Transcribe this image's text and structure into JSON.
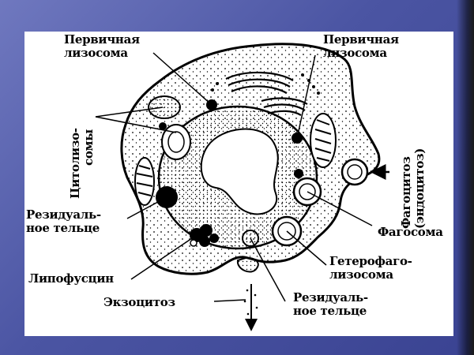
{
  "labels": {
    "primary_lysosome_left": [
      "Первичная",
      "лизосома"
    ],
    "primary_lysosome_right": [
      "Первичная",
      "лизосома"
    ],
    "cytolysosomes": [
      "Цитолизо-",
      "сомы"
    ],
    "residual_body_left": [
      "Резидуаль-",
      "ное тельце"
    ],
    "lipofuscin": "Липофусцин",
    "exocytosis": "Экзоцитоз",
    "phagocytosis": [
      "Фагоцитоз",
      "(эндоцитоз)"
    ],
    "phagosome": "Фагосома",
    "heterophagolysosome": [
      "Гетерофаго-",
      "лизосома"
    ],
    "residual_body_right": [
      "Резидуаль-",
      "ное тельце"
    ]
  },
  "colors": {
    "background": "#4b55a3",
    "slide": "#ffffff",
    "ink": "#000000"
  }
}
